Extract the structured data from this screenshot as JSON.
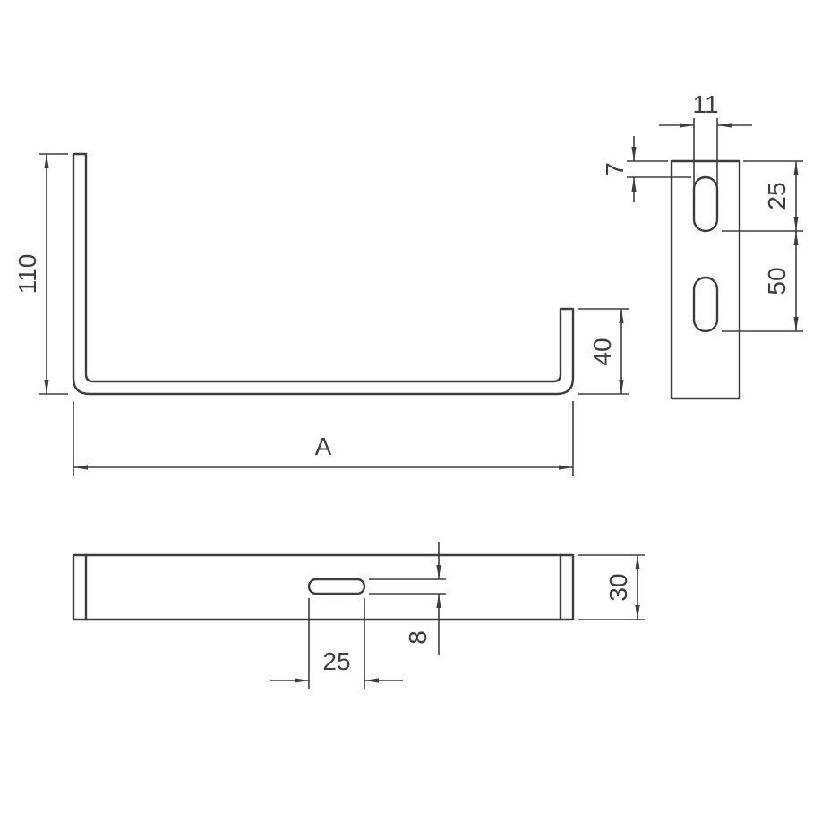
{
  "colors": {
    "line": "#3d3d3d",
    "background": "#ffffff"
  },
  "views": {
    "side": {
      "dims": {
        "height": "110",
        "length": "A",
        "leg_height": "40"
      }
    },
    "end": {
      "dims": {
        "slot_width": "11",
        "slot_top_offset": "7",
        "slot_length": "25",
        "slot_spacing": "50"
      }
    },
    "top": {
      "dims": {
        "width": "30",
        "slot_length": "25",
        "slot_width": "8"
      }
    }
  }
}
